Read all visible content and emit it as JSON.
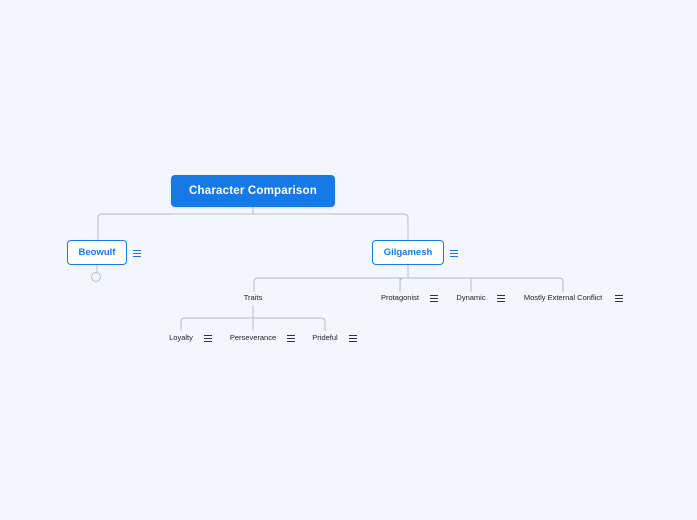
{
  "mindmap": {
    "root": "Character Comparison",
    "beowulf": "Beowulf",
    "gilgamesh": "Gilgamesh",
    "traits": "Traits",
    "protagonist": "Protagonist",
    "dynamic": "Dynamic",
    "external_conflict": "Mostly External Conflict",
    "loyalty": "Loyalty",
    "perseverance": "Perseverance",
    "prideful": "Prideful"
  },
  "colors": {
    "accent": "#1679e8",
    "background": "#f3f6fd",
    "connector": "#b8bcc4"
  },
  "icons": {
    "notes": "menu-icon",
    "collapse": "collapse-dot"
  }
}
